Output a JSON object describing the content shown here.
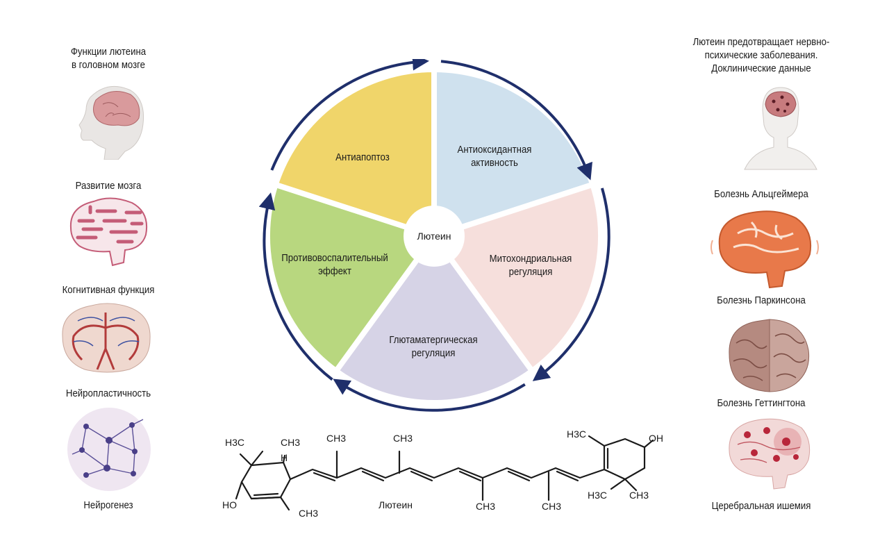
{
  "left": {
    "title": "Функции лютеина\nв головном мозге",
    "items": [
      {
        "label": "Развитие мозга",
        "icon": "child-brain-icon"
      },
      {
        "label": "Когнитивная функция",
        "icon": "circuit-brain-icon"
      },
      {
        "label": "Нейропластичность",
        "icon": "brain-vessels-icon"
      },
      {
        "label": "Нейрогенез",
        "icon": "neuron-network-icon"
      }
    ]
  },
  "right": {
    "title": "Лютеин предотвращает нервно-\nпсихические заболевания.\nДоклинические данные",
    "items": [
      {
        "label": "Болезнь Альцгеймера",
        "icon": "head-brain-icon"
      },
      {
        "label": "Болезнь Паркинсона",
        "icon": "orange-brain-icon"
      },
      {
        "label": "Болезнь Геттингтона",
        "icon": "brain-section-icon"
      },
      {
        "label": "Церебральная ишемия",
        "icon": "ischemia-brain-icon"
      }
    ]
  },
  "wheel": {
    "center": "Лютеин",
    "segments": [
      {
        "label": "Антиоксидантная\nактивность",
        "color": "#cfe1ee"
      },
      {
        "label": "Митохондриальная\nрегуляция",
        "color": "#f6dfdc"
      },
      {
        "label": "Глютаматергическая\nрегуляция",
        "color": "#d6d3e6"
      },
      {
        "label": "Противовоспалительный\nэффект",
        "color": "#b8d77f"
      },
      {
        "label": "Антиапоптоз",
        "color": "#f0d56a"
      }
    ],
    "arrow_color": "#1f2f6b"
  },
  "molecule": {
    "name": "Лютеин",
    "groups": {
      "h3c_left": "H3C",
      "ch3_left_top": "CH3",
      "h": "H",
      "ho": "HO",
      "ch3_left_ring": "CH3",
      "ch3_top1": "CH3",
      "ch3_top2": "CH3",
      "ch3_bottom1": "CH3",
      "ch3_bottom2": "CH3",
      "h3c_right": "H3C",
      "oh": "OH",
      "h3c_right_bottom": "H3C",
      "ch3_right_bottom": "CH3"
    }
  }
}
